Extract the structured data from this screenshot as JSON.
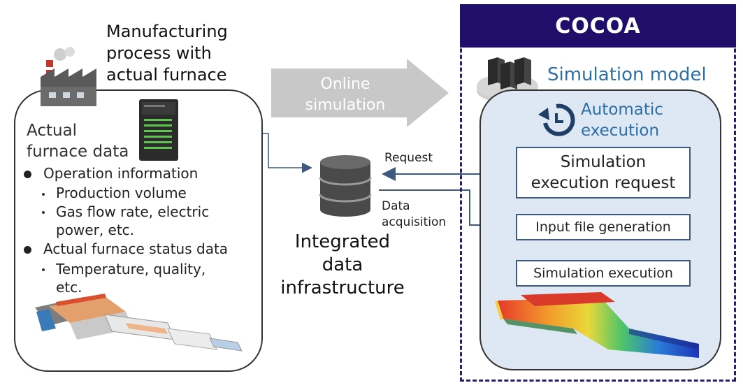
{
  "left": {
    "title_lines": [
      "Manufacturing",
      "process with",
      "actual furnace"
    ],
    "data_label_lines": [
      "Actual",
      "furnace data"
    ],
    "bullets": [
      {
        "label": "Operation information",
        "subs": [
          {
            "lines": [
              "Production volume"
            ]
          },
          {
            "lines": [
              "Gas flow rate, electric",
              "power, etc."
            ]
          }
        ]
      },
      {
        "label": "Actual furnace status data",
        "subs": [
          {
            "lines": [
              "Temperature, quality,",
              "etc."
            ]
          }
        ]
      }
    ]
  },
  "middle": {
    "arrow_label_lines": [
      "Online",
      "simulation"
    ],
    "db_label_lines": [
      "Integrated",
      "data",
      "infrastructure"
    ],
    "request_label": "Request",
    "acquisition_label_lines": [
      "Data",
      "acquisition"
    ]
  },
  "cocoa": {
    "title": "COCOA",
    "sim_model_label": "Simulation model",
    "auto_exec_lines": [
      "Automatic",
      "execution"
    ],
    "steps": {
      "request_lines": [
        "Simulation",
        "execution request"
      ],
      "input_gen": "Input file generation",
      "execution": "Simulation execution"
    }
  },
  "colors": {
    "cocoa_header": "#1f0f6b",
    "sim_panel": "#dde8f4",
    "accent_blue": "#2e6fa5",
    "arrow_gray": "#c8c8c8",
    "connector": "#3d5a7c"
  }
}
